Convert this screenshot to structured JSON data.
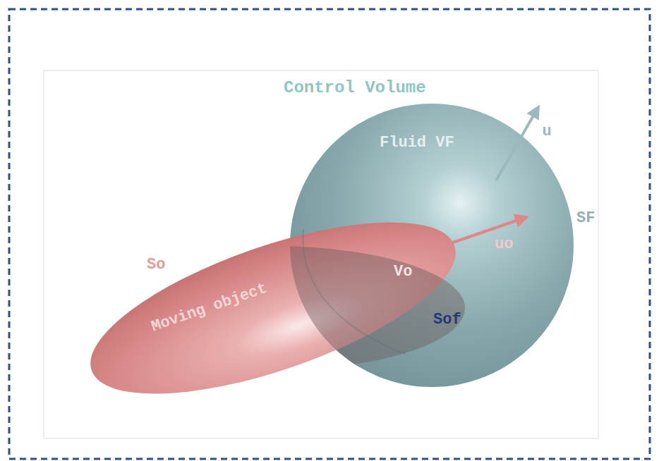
{
  "diagram": {
    "title": "Control Volume",
    "labels": [
      "Fluid VF",
      "u",
      "SF",
      "uo",
      "So",
      "Moving object",
      "Vo",
      "Sof"
    ]
  }
}
